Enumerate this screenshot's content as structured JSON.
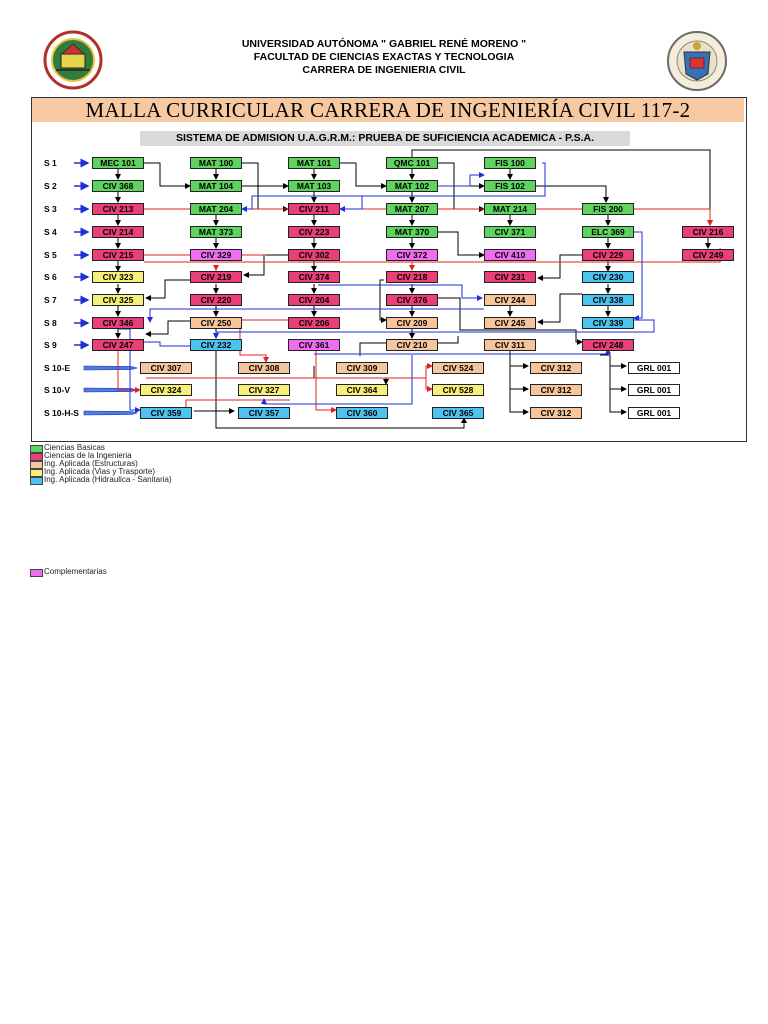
{
  "header": {
    "line1": "UNIVERSIDAD AUTÓNOMA \" GABRIEL RENÉ MORENO \"",
    "line2": "FACULTAD DE CIENCIAS EXACTAS Y TECNOLOGIA",
    "line3": "CARRERA DE INGENIERIA CIVIL"
  },
  "title": "MALLA CURRICULAR CARRERA DE INGENIERÍA CIVIL 117-2",
  "subtitle": "SISTEMA DE ADMISION U.A.G.R.M.: PRUEBA DE SUFICIENCIA  ACADEMICA - P.S.A.",
  "colors": {
    "basicas": "#5fd35f",
    "ingenieria": "#ea3f77",
    "estructuras": "#f6c59b",
    "vias": "#f6f07a",
    "hidraulica": "#4fc3f0",
    "complementarias": "#ef6df0",
    "sin_area": "#ffffff"
  },
  "rows": [
    "S 1",
    "S 2",
    "S 3",
    "S 4",
    "S 5",
    "S 6",
    "S 7",
    "S 8",
    "S 9",
    "S 10-E",
    "S 10-V",
    "S 10-H-S"
  ],
  "courses": [
    {
      "code": "MEC 101",
      "area": "basicas"
    },
    {
      "code": "MAT 100",
      "area": "basicas"
    },
    {
      "code": "MAT 101",
      "area": "basicas"
    },
    {
      "code": "QMC 101",
      "area": "basicas"
    },
    {
      "code": "FIS 100",
      "area": "basicas"
    },
    {
      "code": "CIV 368",
      "area": "basicas"
    },
    {
      "code": "MAT 104",
      "area": "basicas"
    },
    {
      "code": "MAT 103",
      "area": "basicas"
    },
    {
      "code": "MAT 102",
      "area": "basicas"
    },
    {
      "code": "FIS 102",
      "area": "basicas"
    },
    {
      "code": "CIV 213",
      "area": "ingenieria"
    },
    {
      "code": "MAT 204",
      "area": "basicas"
    },
    {
      "code": "CIV 211",
      "area": "ingenieria"
    },
    {
      "code": "MAT 207",
      "area": "basicas"
    },
    {
      "code": "MAT 214",
      "area": "basicas"
    },
    {
      "code": "FIS 200",
      "area": "basicas"
    },
    {
      "code": "CIV 214",
      "area": "ingenieria"
    },
    {
      "code": "MAT 373",
      "area": "basicas"
    },
    {
      "code": "CIV 223",
      "area": "ingenieria"
    },
    {
      "code": "MAT 370",
      "area": "basicas"
    },
    {
      "code": "CIV 371",
      "area": "basicas"
    },
    {
      "code": "ELC 369",
      "area": "basicas"
    },
    {
      "code": "CIV 216",
      "area": "ingenieria"
    },
    {
      "code": "CIV 215",
      "area": "ingenieria"
    },
    {
      "code": "CIV 329",
      "area": "complementarias"
    },
    {
      "code": "CIV 302",
      "area": "ingenieria"
    },
    {
      "code": "CIV 372",
      "area": "complementarias"
    },
    {
      "code": "CIV 410",
      "area": "complementarias"
    },
    {
      "code": "CIV 229",
      "area": "ingenieria"
    },
    {
      "code": "CIV 249",
      "area": "ingenieria"
    },
    {
      "code": "CIV 323",
      "area": "vias"
    },
    {
      "code": "CIV 219",
      "area": "ingenieria"
    },
    {
      "code": "CIV 374",
      "area": "ingenieria"
    },
    {
      "code": "CIV 218",
      "area": "ingenieria"
    },
    {
      "code": "CIV 231",
      "area": "ingenieria"
    },
    {
      "code": "CIV 230",
      "area": "hidraulica"
    },
    {
      "code": "CIV 325",
      "area": "vias"
    },
    {
      "code": "CIV 220",
      "area": "ingenieria"
    },
    {
      "code": "CIV 204",
      "area": "ingenieria"
    },
    {
      "code": "CIV 376",
      "area": "ingenieria"
    },
    {
      "code": "CIV 244",
      "area": "estructuras"
    },
    {
      "code": "CIV 338",
      "area": "hidraulica"
    },
    {
      "code": "CIV 346",
      "area": "ingenieria"
    },
    {
      "code": "CIV 250",
      "area": "estructuras"
    },
    {
      "code": "CIV 206",
      "area": "ingenieria"
    },
    {
      "code": "CIV 209",
      "area": "estructuras"
    },
    {
      "code": "CIV 245",
      "area": "estructuras"
    },
    {
      "code": "CIV 339",
      "area": "hidraulica"
    },
    {
      "code": "CIV 247",
      "area": "ingenieria"
    },
    {
      "code": "CIV 232",
      "area": "hidraulica"
    },
    {
      "code": "CIV 361",
      "area": "complementarias"
    },
    {
      "code": "CIV 210",
      "area": "estructuras"
    },
    {
      "code": "CIV 311",
      "area": "estructuras"
    },
    {
      "code": "CIV 248",
      "area": "ingenieria"
    },
    {
      "code": "CIV 307",
      "area": "estructuras"
    },
    {
      "code": "CIV 308",
      "area": "estructuras"
    },
    {
      "code": "CIV 309",
      "area": "estructuras"
    },
    {
      "code": "CIV 524",
      "area": "estructuras"
    },
    {
      "code": "CIV 312",
      "area": "estructuras"
    },
    {
      "code": "GRL 001",
      "area": "sin_area"
    },
    {
      "code": "CIV 324",
      "area": "vias"
    },
    {
      "code": "CIV 327",
      "area": "vias"
    },
    {
      "code": "CIV 364",
      "area": "vias"
    },
    {
      "code": "CIV 528",
      "area": "vias"
    },
    {
      "code": "CIV 312",
      "area": "estructuras"
    },
    {
      "code": "GRL 001",
      "area": "sin_area"
    },
    {
      "code": "CIV 359",
      "area": "hidraulica"
    },
    {
      "code": "CIV 357",
      "area": "hidraulica"
    },
    {
      "code": "CIV 360",
      "area": "hidraulica"
    },
    {
      "code": "CIV 365",
      "area": "hidraulica"
    },
    {
      "code": "CIV 312",
      "area": "estructuras"
    },
    {
      "code": "GRL 001",
      "area": "sin_area"
    }
  ],
  "legend": [
    {
      "label": "Ciencias Basicas",
      "area": "basicas"
    },
    {
      "label": "Ciencias de la Ingenieria",
      "area": "ingenieria"
    },
    {
      "label": "Ing. Aplicada (Estructuras)",
      "area": "estructuras"
    },
    {
      "label": "Ing. Aplicada (Vias y Trasporte)",
      "area": "vias"
    },
    {
      "label": "Ing. Aplicada (Hidraulica - Sanitaria)",
      "area": "hidraulica"
    },
    {
      "label": "Complementarias",
      "area": "complementarias"
    }
  ]
}
